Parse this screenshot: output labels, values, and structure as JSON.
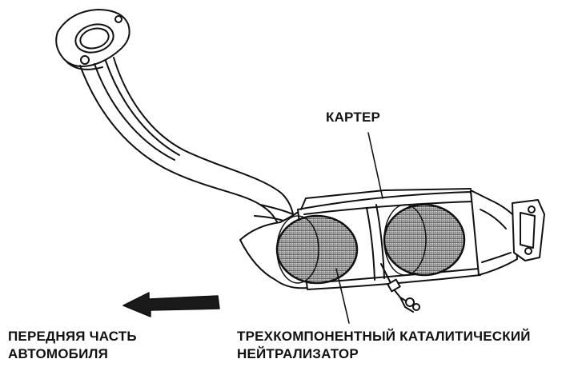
{
  "labels": {
    "housing": "КАРТЕР",
    "front_line1": "ПЕРЕДНЯЯ ЧАСТЬ",
    "front_line2": "АВТОМОБИЛЯ",
    "catalyst_line1": "ТРЕХКОМПОНЕНТНЫЙ КАТАЛИТИЧЕСКИЙ",
    "catalyst_line2": "НЕЙТРАЛИЗАТОР"
  },
  "colors": {
    "line": "#111111",
    "background": "#ffffff"
  },
  "icons": [
    "flange",
    "exhaust-pipe",
    "catalytic-converter",
    "oxygen-sensor",
    "direction-arrow"
  ]
}
